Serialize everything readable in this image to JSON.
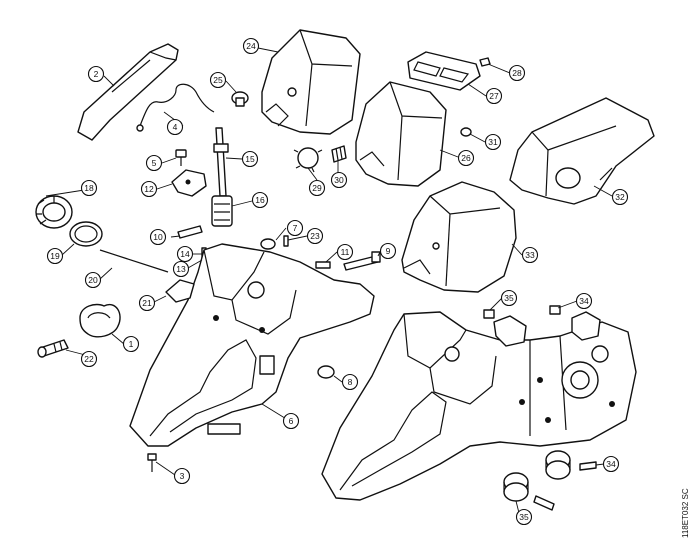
{
  "drawing": {
    "reference_code": "118ET032 SC"
  },
  "callouts": [
    {
      "id": "c1",
      "label": "1"
    },
    {
      "id": "c2",
      "label": "2"
    },
    {
      "id": "c3",
      "label": "3"
    },
    {
      "id": "c4",
      "label": "4"
    },
    {
      "id": "c5",
      "label": "5"
    },
    {
      "id": "c6",
      "label": "6"
    },
    {
      "id": "c7",
      "label": "7"
    },
    {
      "id": "c8",
      "label": "8"
    },
    {
      "id": "c9",
      "label": "9"
    },
    {
      "id": "c10",
      "label": "10"
    },
    {
      "id": "c11",
      "label": "11"
    },
    {
      "id": "c12",
      "label": "12"
    },
    {
      "id": "c13",
      "label": "13"
    },
    {
      "id": "c14",
      "label": "14"
    },
    {
      "id": "c15",
      "label": "15"
    },
    {
      "id": "c16",
      "label": "16"
    },
    {
      "id": "c18",
      "label": "18"
    },
    {
      "id": "c19",
      "label": "19"
    },
    {
      "id": "c20",
      "label": "20"
    },
    {
      "id": "c21",
      "label": "21"
    },
    {
      "id": "c22",
      "label": "22"
    },
    {
      "id": "c23",
      "label": "23"
    },
    {
      "id": "c24",
      "label": "24"
    },
    {
      "id": "c25",
      "label": "25"
    },
    {
      "id": "c26",
      "label": "26"
    },
    {
      "id": "c27",
      "label": "27"
    },
    {
      "id": "c28",
      "label": "28"
    },
    {
      "id": "c29",
      "label": "29"
    },
    {
      "id": "c30",
      "label": "30"
    },
    {
      "id": "c31",
      "label": "31"
    },
    {
      "id": "c32",
      "label": "32"
    },
    {
      "id": "c33",
      "label": "33"
    },
    {
      "id": "c34a",
      "label": "34"
    },
    {
      "id": "c34b",
      "label": "34"
    },
    {
      "id": "c35a",
      "label": "35"
    },
    {
      "id": "c35b",
      "label": "35"
    }
  ]
}
